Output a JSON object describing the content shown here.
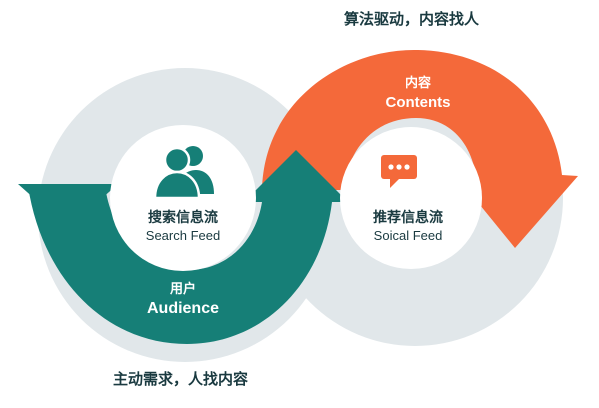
{
  "captions": {
    "top": "算法驱动，内容找人",
    "bottom": "主动需求，人找内容"
  },
  "left_hub": {
    "title_cn": "搜索信息流",
    "title_en": "Search Feed",
    "icon": "users-icon"
  },
  "right_hub": {
    "title_cn": "推荐信息流",
    "title_en": "Soical Feed",
    "icon": "chat-bubble-icon"
  },
  "audience_arrow": {
    "label_cn": "用户",
    "label_en": "Audience",
    "color": "#167f77"
  },
  "contents_arrow": {
    "label_cn": "内容",
    "label_en": "Contents",
    "color": "#f4693a"
  },
  "colors": {
    "ring": "#e1e7ea",
    "hub": "#ffffff",
    "caption": "#1a3a40"
  }
}
